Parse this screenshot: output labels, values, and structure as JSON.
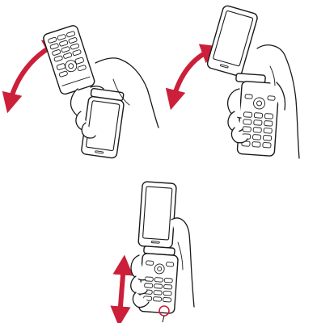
{
  "figure": {
    "panels": [
      {
        "id": "open-keypad-side",
        "arrow_type": "curved-bidirectional"
      },
      {
        "id": "open-screen-side",
        "arrow_type": "curved-bidirectional"
      },
      {
        "id": "closed-vertical-slide",
        "arrow_type": "straight-bidirectional",
        "highlight": "circle-marker"
      }
    ],
    "colors": {
      "arrow": "#cc1f3a",
      "marker": "#cc1f3a",
      "line": "#1a1a1a"
    },
    "icons": [
      "hand",
      "flip-phone",
      "curved-arrow",
      "double-arrow",
      "circle-marker"
    ]
  }
}
